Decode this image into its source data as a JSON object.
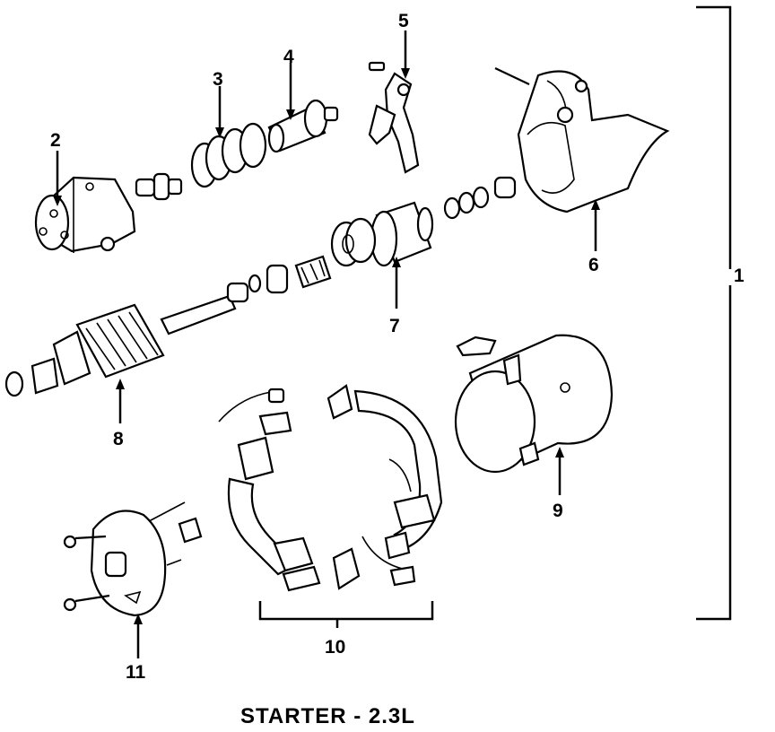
{
  "diagram": {
    "caption": "STARTER - 2.3L",
    "callouts": {
      "c1": "1",
      "c2": "2",
      "c3": "3",
      "c4": "4",
      "c5": "5",
      "c6": "6",
      "c7": "7",
      "c8": "8",
      "c9": "9",
      "c10": "10",
      "c11": "11"
    }
  }
}
